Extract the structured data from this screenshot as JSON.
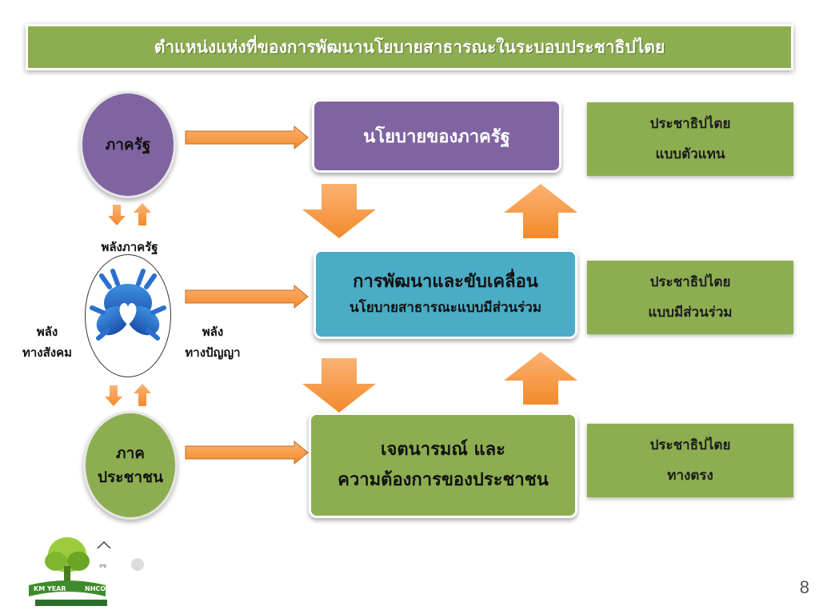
{
  "title": "ตำแหน่งแห่งที่ของการพัฒนานโยบายสาธารณะในระบอบประชาธิปไตย",
  "circles": {
    "state": "ภาครัฐ",
    "people_line1": "ภาค",
    "people_line2": "ประชาชน"
  },
  "labels": {
    "state_power": "พลังภาครัฐ",
    "social_power_line1": "พลัง",
    "social_power_line2": "ทางสังคม",
    "wisdom_power_line1": "พลัง",
    "wisdom_power_line2": "ทางปัญญา"
  },
  "boxes": {
    "state_policy": "นโยบายของภาครัฐ",
    "development_line1": "การพัฒนาและขับเคลื่อน",
    "development_line2": "นโยบายสาธารณะแบบมีส่วนร่วม",
    "will_line1": "เจตนารมณ์ และ",
    "will_line2": "ความต้องการของประชาชน"
  },
  "democracy": {
    "representative_line1": "ประชาธิปไตย",
    "representative_line2": "แบบตัวแทน",
    "participatory_line1": "ประชาธิปไตย",
    "participatory_line2": "แบบมีส่วนร่วม",
    "direct_line1": "ประชาธิปไตย",
    "direct_line2": "ทางตรง"
  },
  "logo": {
    "km_year": "KM YEAR",
    "nhco": "NHCO"
  },
  "page_number": "8",
  "colors": {
    "green": "#8dae50",
    "purple": "#8064a2",
    "blue": "#4bacc6",
    "orange": "#f79646"
  }
}
